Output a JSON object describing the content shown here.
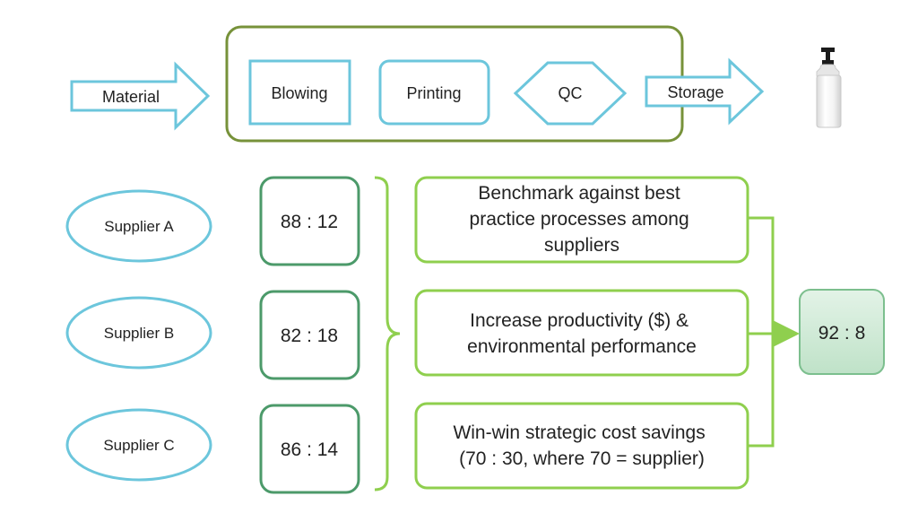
{
  "colors": {
    "cyan": "#6cc6dc",
    "olive": "#77923a",
    "teal_green": "#4c9a6a",
    "light_green": "#8fcf4e",
    "result_fill": "#cfe9d6",
    "result_border": "#7cbf8e"
  },
  "process": {
    "input_arrow": "Material",
    "steps": [
      "Blowing",
      "Printing"
    ],
    "decision": "QC",
    "output_arrow": "Storage",
    "product_icon": "bottle-icon"
  },
  "suppliers": [
    {
      "name": "Supplier A",
      "ratio": "88 : 12"
    },
    {
      "name": "Supplier B",
      "ratio": "82 : 18"
    },
    {
      "name": "Supplier C",
      "ratio": "86 : 14"
    }
  ],
  "actions": [
    {
      "lines": [
        "Benchmark against best",
        "practice processes among",
        "suppliers"
      ]
    },
    {
      "lines": [
        "Increase productivity ($) &",
        "environmental performance"
      ]
    },
    {
      "lines": [
        "Win-win strategic cost savings",
        "(70 : 30, where 70 = supplier)"
      ]
    }
  ],
  "result": "92 : 8"
}
